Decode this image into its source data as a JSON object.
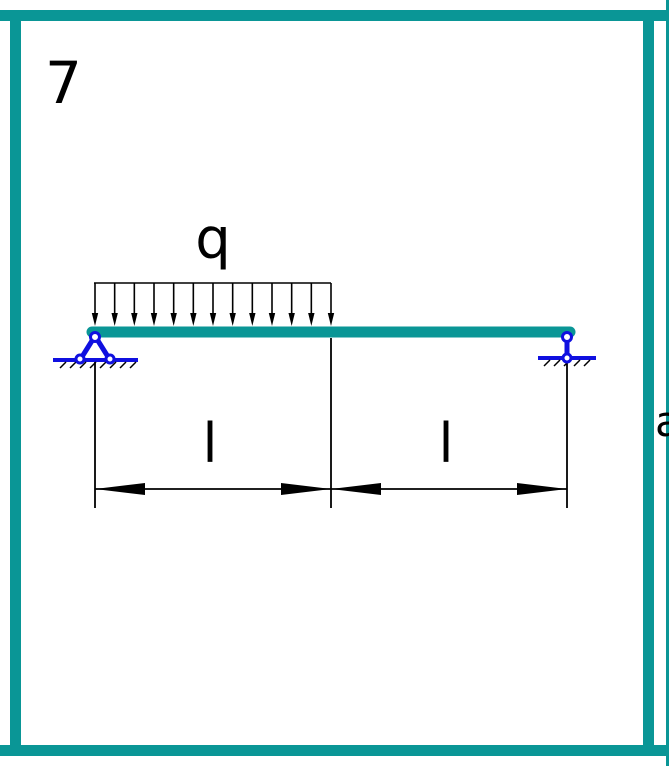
{
  "problem": {
    "number": "7"
  },
  "load": {
    "label": "q"
  },
  "spans": [
    {
      "label": "l"
    },
    {
      "label": "l"
    }
  ],
  "edge_glyph": "a",
  "colors": {
    "frame": "#0a9696",
    "beam": "#0a9696",
    "support": "#1010e0",
    "lines": "#000000",
    "background": "#ffffff"
  }
}
